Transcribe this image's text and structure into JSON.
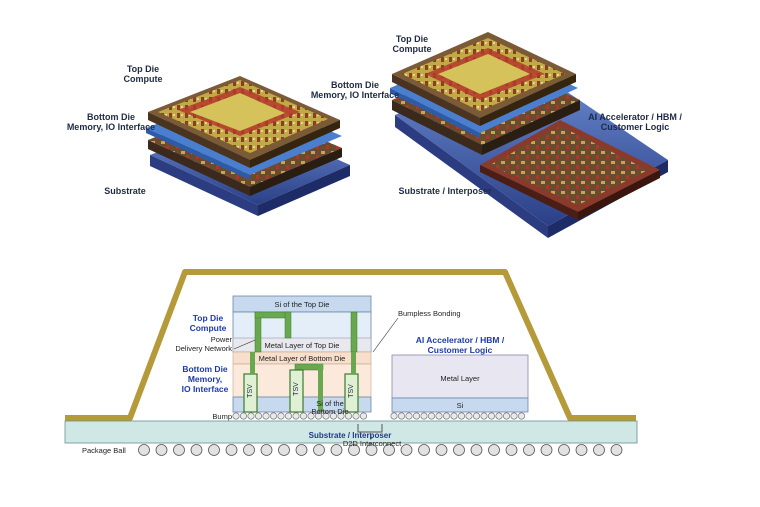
{
  "top_left": {
    "top_die": [
      "Top Die",
      "Compute"
    ],
    "bottom_die": [
      "Bottom Die",
      "Memory, IO Interface"
    ],
    "substrate": "Substrate"
  },
  "top_right": {
    "top_die": [
      "Top Die",
      "Compute"
    ],
    "bottom_die": [
      "Bottom Die",
      "Memory, IO Interface"
    ],
    "accelerator": [
      "AI Accelerator / HBM /",
      "Customer Logic"
    ],
    "substrate": "Substrate / Interposer"
  },
  "cross_section": {
    "si_top_die": "Si of the Top Die",
    "top_die": [
      "Top Die",
      "Compute"
    ],
    "power_delivery": [
      "Power",
      "Delivery Network"
    ],
    "metal_top": "Metal Layer of Top Die",
    "metal_bottom": "Metal Layer of Bottom Die",
    "bottom_die": [
      "Bottom Die",
      "Memory,",
      "IO Interface"
    ],
    "tsv": "TSV",
    "si_bottom_die": [
      "Si of the",
      "Bottom Die"
    ],
    "bump": "Bump",
    "bumpless_bonding": "Bumpless Bonding",
    "accelerator": [
      "AI Accelerator / HBM /",
      "Customer Logic"
    ],
    "metal_layer": "Metal Layer",
    "si": "Si",
    "substrate": "Substrate / Interposer",
    "d2d": "D2D Interconnect",
    "package_ball": "Package Ball"
  },
  "colors": {
    "substrate_blue": "#3f5fae",
    "die_copper": "#8a6a3c",
    "chip_yellow": "#c9b64a",
    "chip_red": "#b23a2a",
    "package_gold": "#b59a3a",
    "interposer_teal": "#cfe8e6",
    "si_blue": "#c7d9ee",
    "metal_peach": "#f7dfcc",
    "tsv_green": "#6aa84f"
  }
}
